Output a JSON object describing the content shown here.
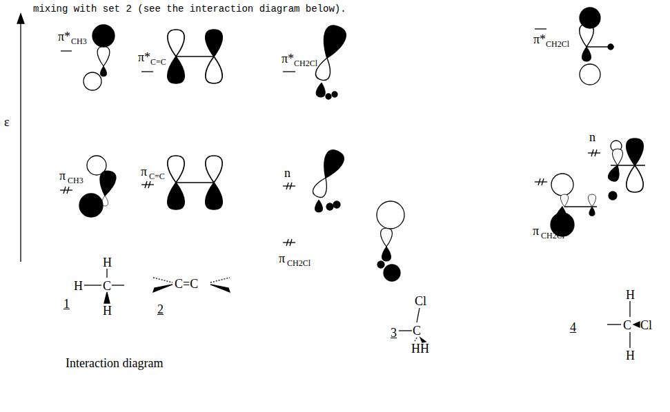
{
  "diagram": {
    "caption": "Interaction diagram",
    "labels": [
      "mixing with set 2 (see the interaction diagram below).",
      "ε",
      "π*",
      "CH3",
      "π*",
      "C=C",
      "π*",
      "CH2Cl",
      "π*",
      "CH2Cl",
      "π",
      "CH3",
      "π",
      "C=C",
      "n",
      "n",
      "π",
      "CH2Cl",
      "π",
      "CH2Cl",
      "H",
      "H",
      "C",
      "H",
      "1",
      "2",
      "C=C",
      "Cl",
      "C",
      "HH",
      "3",
      "H",
      "C",
      "Cl",
      "H",
      "4"
    ]
  }
}
